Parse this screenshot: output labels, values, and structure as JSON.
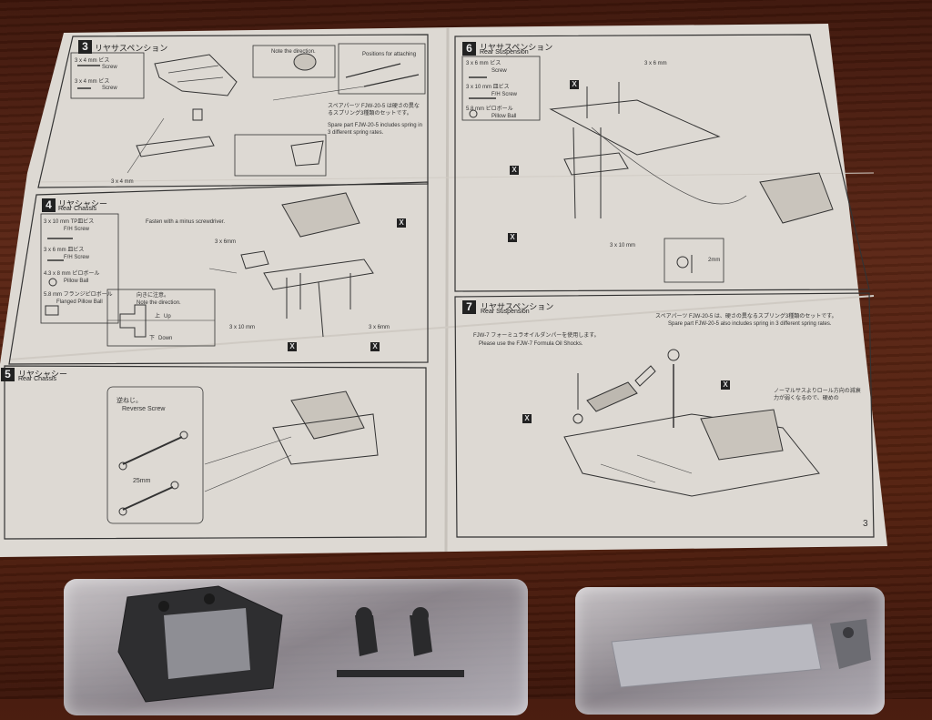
{
  "steps": [
    {
      "num": "3",
      "title_jp": "リヤサスペンション",
      "title_en": ""
    },
    {
      "num": "4",
      "title_jp": "リヤシャシー",
      "title_en": "Rear Chassis"
    },
    {
      "num": "5",
      "title_jp": "リヤシャシー",
      "title_en": "Rear Chassis"
    },
    {
      "num": "6",
      "title_jp": "リヤサスペンション",
      "title_en": "Rear Suspension"
    },
    {
      "num": "7",
      "title_jp": "リヤサスペンション",
      "title_en": "Rear Suspension"
    }
  ],
  "step3": {
    "parts": [
      "3 x 4 mm ビス",
      "Screw",
      "3 x 4 mm ビス",
      "Screw"
    ],
    "note_attach": "Positions for attaching",
    "note_direction": "Note the direction.",
    "spare_jp": "スペアパーツ FJW-20-5 は硬さの異なるスプリング3種類のセットです。",
    "spare_en": "Spare part FJW-20-5 includes spring in 3 different spring rates.",
    "dim": "3 x 4 mm"
  },
  "step4": {
    "parts": [
      "3 x 10 mm TP皿ビス",
      "F/H Screw",
      "3 x 6 mm 皿ビス",
      "F/H Screw",
      "4.3 x 8 mm ピロボール",
      "Pillow Ball",
      "5.8 mm フランジピロボール",
      "Flanged Pillow Ball"
    ],
    "note_minus": "Fasten with a minus screwdriver.",
    "note_direction_jp": "向きに注意。",
    "note_direction": "Note the direction.",
    "up_jp": "上",
    "up": "Up",
    "down_jp": "下",
    "down": "Down",
    "dims": [
      "3 x 6mm",
      "3 x 10 mm",
      "3 x 6mm"
    ]
  },
  "step5": {
    "reverse_jp": "逆ねじ。",
    "reverse": "Reverse Screw",
    "length": "25mm"
  },
  "step6": {
    "parts": [
      "3 x 6 mm ビス",
      "Screw",
      "3 x 10 mm 皿ビス",
      "F/H Screw",
      "5.8 mm ピロボール",
      "Pillow Ball"
    ],
    "dims": [
      "3 x 6 mm",
      "3 x 10 mm",
      "2mm"
    ]
  },
  "step7": {
    "spare_jp": "スペアパーツ FJW-20-5 は、硬さの異なるスプリング3種類のセットです。",
    "spare_en": "Spare part FJW-20-5 also includes spring in 3 different spring rates.",
    "oil_jp": "FJW-7 フォーミュラオイルダンパーを使用します。",
    "oil_en": "Please use the FJW-7 Formula Oil Shocks.",
    "normal_jp": "ノーマルサスよりロール方向の減衰力が弱くなるので、硬めの",
    "page": "3"
  }
}
